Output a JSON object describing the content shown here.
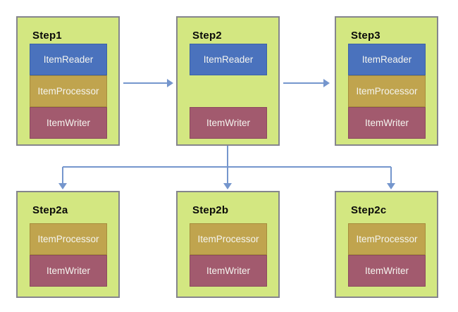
{
  "steps": [
    {
      "label": "Step1",
      "components": [
        "ItemReader",
        "ItemProcessor",
        "ItemWriter"
      ]
    },
    {
      "label": "Step2",
      "components": [
        "ItemReader",
        "ItemWriter"
      ]
    },
    {
      "label": "Step3",
      "components": [
        "ItemReader",
        "ItemProcessor",
        "ItemWriter"
      ]
    },
    {
      "label": "Step2a",
      "components": [
        "ItemProcessor",
        "ItemWriter"
      ]
    },
    {
      "label": "Step2b",
      "components": [
        "ItemProcessor",
        "ItemWriter"
      ]
    },
    {
      "label": "Step2c",
      "components": [
        "ItemProcessor",
        "ItemWriter"
      ]
    }
  ],
  "edges": [
    {
      "from": "Step1",
      "to": "Step2"
    },
    {
      "from": "Step2",
      "to": "Step3"
    },
    {
      "from": "Step2",
      "to": "Step2a"
    },
    {
      "from": "Step2",
      "to": "Step2b"
    },
    {
      "from": "Step2",
      "to": "Step2c"
    }
  ],
  "colors": {
    "box_fill": "#d3e781",
    "box_border": "#85858d",
    "reader_fill": "#4a72bd",
    "reader_border": "#3a62a8",
    "processor_fill": "#c0a44e",
    "processor_border": "#a68c3c",
    "writer_fill": "#a25a6e",
    "writer_border": "#8c4a5e",
    "arrow": "#7596cd",
    "component_text": "#f5f5f0",
    "title_text": "#0a0a0a"
  }
}
